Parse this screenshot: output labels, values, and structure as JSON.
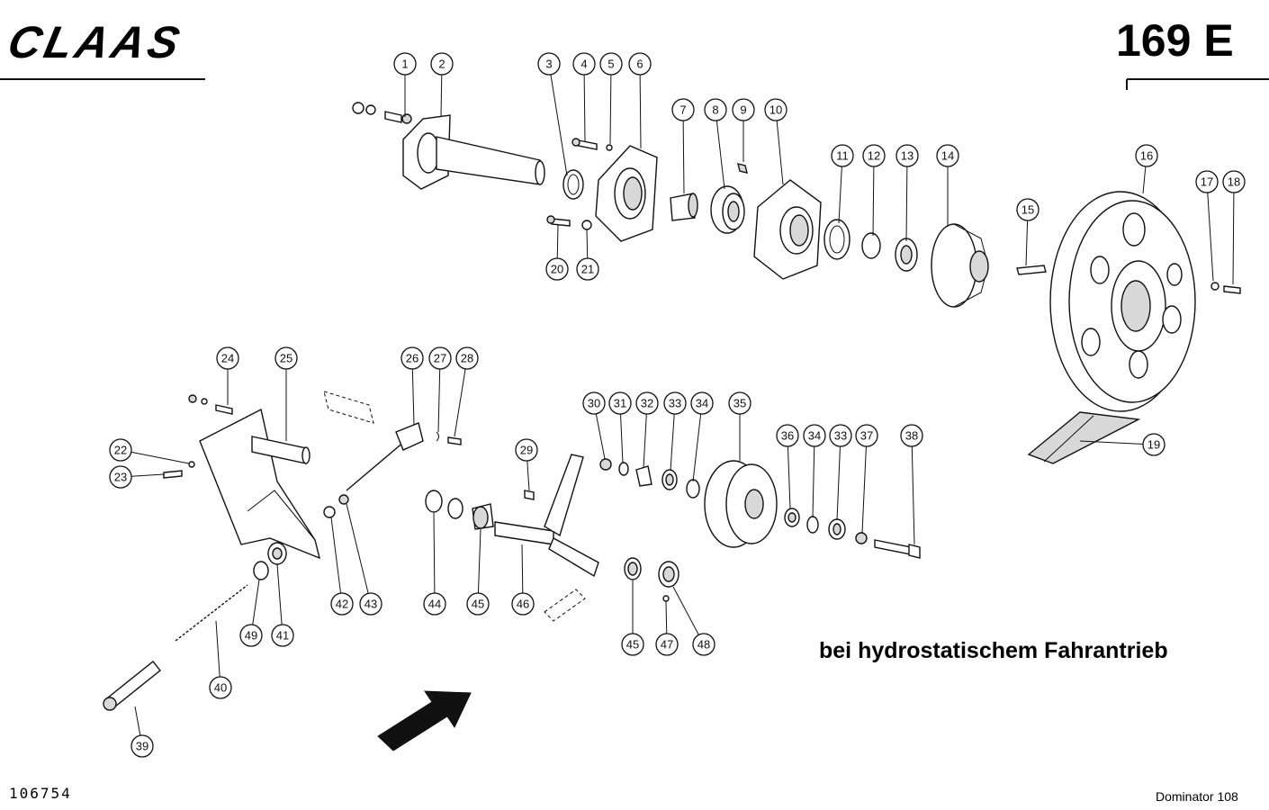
{
  "header": {
    "brand": "CLAAS",
    "page_number": "169 E"
  },
  "caption": "bei hydrostatischem Fahrantrieb",
  "footer": {
    "document_number": "106754",
    "model": "Dominator 108"
  },
  "callouts": [
    "1",
    "2",
    "3",
    "4",
    "5",
    "6",
    "7",
    "8",
    "9",
    "10",
    "11",
    "12",
    "13",
    "14",
    "15",
    "16",
    "17",
    "18",
    "19",
    "20",
    "21",
    "22",
    "23",
    "24",
    "25",
    "26",
    "27",
    "28",
    "29",
    "30",
    "31",
    "32",
    "33",
    "34",
    "35",
    "36",
    "34",
    "33",
    "37",
    "38",
    "39",
    "40",
    "41",
    "42",
    "43",
    "44",
    "45",
    "46",
    "45",
    "47",
    "48",
    "49"
  ]
}
